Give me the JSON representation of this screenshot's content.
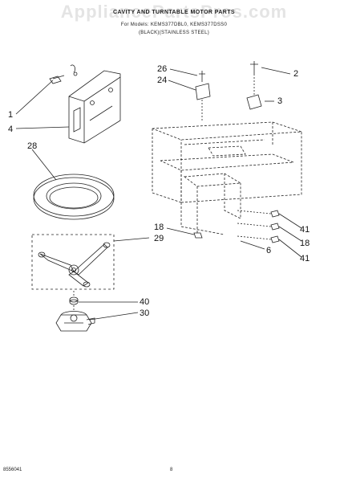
{
  "watermark": "AppliancePartsPros.com",
  "header": {
    "title": "CAVITY AND TURNTABLE MOTOR PARTS",
    "models": "For Models: KEMS377DBL0, KEMS377DSS0",
    "finish": "(BLACK)(STAINLESS STEEL)"
  },
  "callouts": {
    "c1": "1",
    "c4": "4",
    "c28": "28",
    "c26": "26",
    "c24": "24",
    "c2": "2",
    "c3": "3",
    "c18a": "18",
    "c29": "29",
    "c41a": "41",
    "c18b": "18",
    "c6": "6",
    "c41b": "41",
    "c40": "40",
    "c30": "30"
  },
  "footer": {
    "part_no": "8556041",
    "page_no": "8"
  }
}
